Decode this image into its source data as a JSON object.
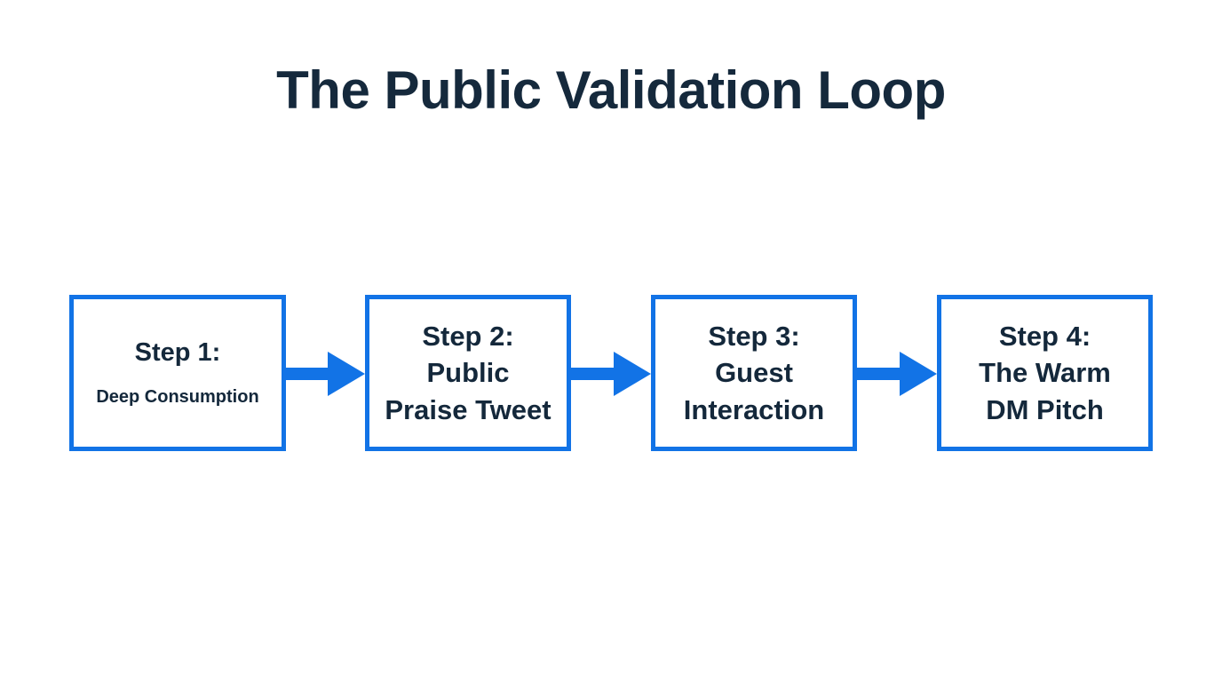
{
  "page": {
    "background_color": "#ffffff",
    "title": "The Public Validation Loop",
    "title_color": "#15293c"
  },
  "theme": {
    "accent_color": "#1273e6",
    "box_border_color": "#1273e6",
    "box_fill_color": "#ffffff",
    "text_color": "#14283b",
    "arrow_color": "#1273e6"
  },
  "flow": {
    "steps": [
      {
        "id": "step-1",
        "lines": [
          "Step 1:",
          "Deep Consumption"
        ]
      },
      {
        "id": "step-2",
        "lines": [
          "Step 2:",
          "Public",
          "Praise Tweet"
        ]
      },
      {
        "id": "step-3",
        "lines": [
          "Step 3:",
          "Guest",
          "Interaction"
        ]
      },
      {
        "id": "step-4",
        "lines": [
          "Step 4:",
          "The Warm",
          "DM Pitch"
        ]
      }
    ],
    "connectors": [
      {
        "id": "arrow-1-to-2",
        "direction": "right"
      },
      {
        "id": "arrow-2-to-3",
        "direction": "right"
      },
      {
        "id": "arrow-3-to-4",
        "direction": "right"
      }
    ]
  }
}
